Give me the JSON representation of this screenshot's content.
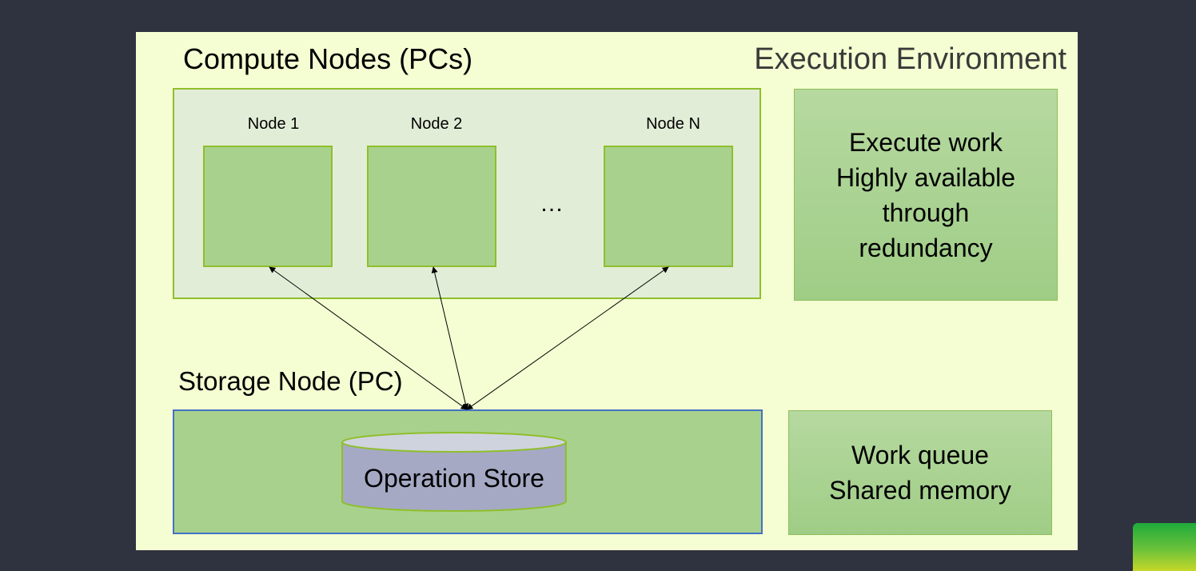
{
  "diagram": {
    "compute_title": "Compute Nodes (PCs)",
    "environment_title": "Execution Environment",
    "nodes": [
      {
        "label": "Node 1"
      },
      {
        "label": "Node 2"
      },
      {
        "label": "Node N"
      }
    ],
    "ellipsis": "…",
    "storage_title": "Storage Node (PC)",
    "operation_store": "Operation Store",
    "compute_notes": [
      "Execute work",
      "Highly available",
      "through",
      "redundancy"
    ],
    "storage_notes": [
      "Work queue",
      "Shared memory"
    ]
  },
  "colors": {
    "background": "#2f3340",
    "slide": "#f5fdd2",
    "compute_panel": "#e2edd7",
    "node_fill": "#a9d18e",
    "border_green": "#8fbf2a",
    "storage_border": "#4472c4",
    "cylinder_body": "#a5a9c4",
    "cylinder_top": "#cfd3de"
  }
}
